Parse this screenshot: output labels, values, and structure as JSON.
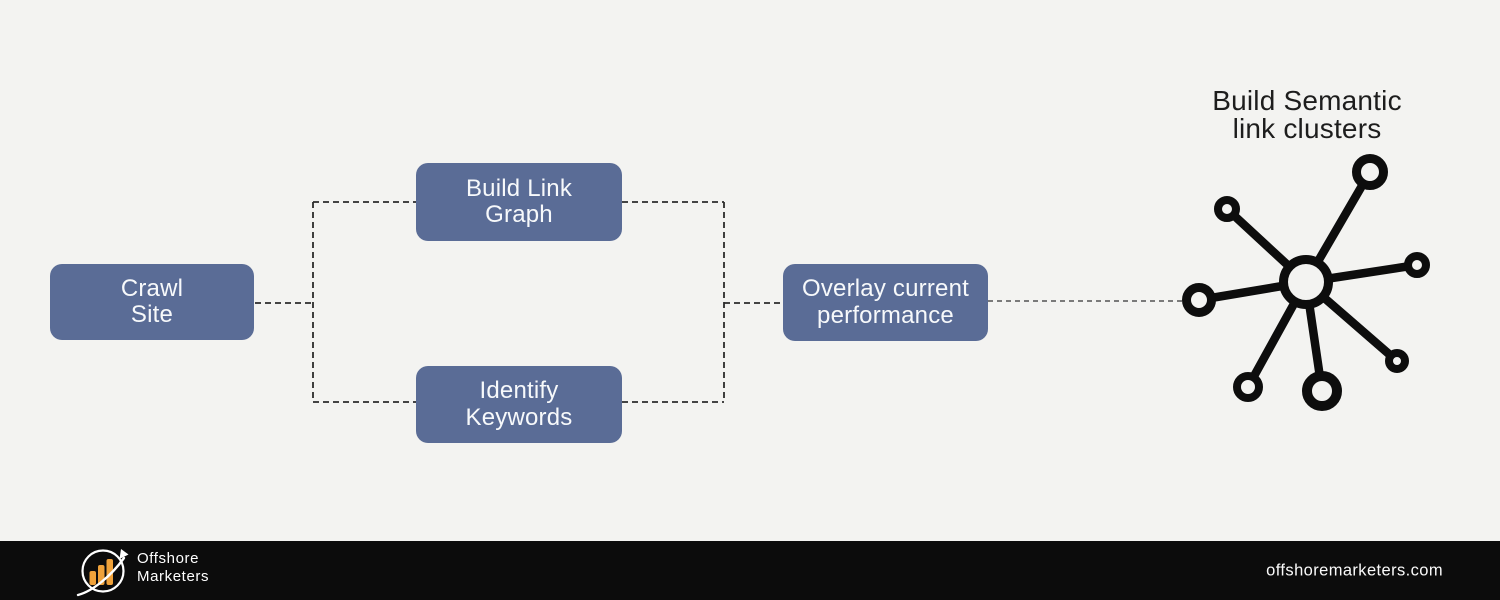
{
  "flow": {
    "background": "#f3f3f1",
    "box_color": "#5a6c96",
    "boxes": [
      {
        "id": "crawl-site",
        "line1": "Crawl",
        "line2": "Site"
      },
      {
        "id": "build-link-graph",
        "line1": "Build Link",
        "line2": "Graph"
      },
      {
        "id": "identify-keywords",
        "line1": "Identify",
        "line2": "Keywords"
      },
      {
        "id": "overlay-performance",
        "line1": "Overlay current",
        "line2": "performance"
      }
    ],
    "connector_color": "#2b2b2b",
    "long_connector_color": "#6a6a6a"
  },
  "cluster": {
    "title_line1": "Build Semantic",
    "title_line2": "link clusters",
    "icon": "network-hub-icon",
    "icon_color": "#0d0d0d"
  },
  "footer": {
    "bg": "#0c0c0c",
    "logo_icon": "bar-chart-swoosh-logo",
    "logo_bar_color": "#f0a23a",
    "brand_line1": "Offshore",
    "brand_line2": "Marketers",
    "website": "offshoremarketers.com"
  }
}
